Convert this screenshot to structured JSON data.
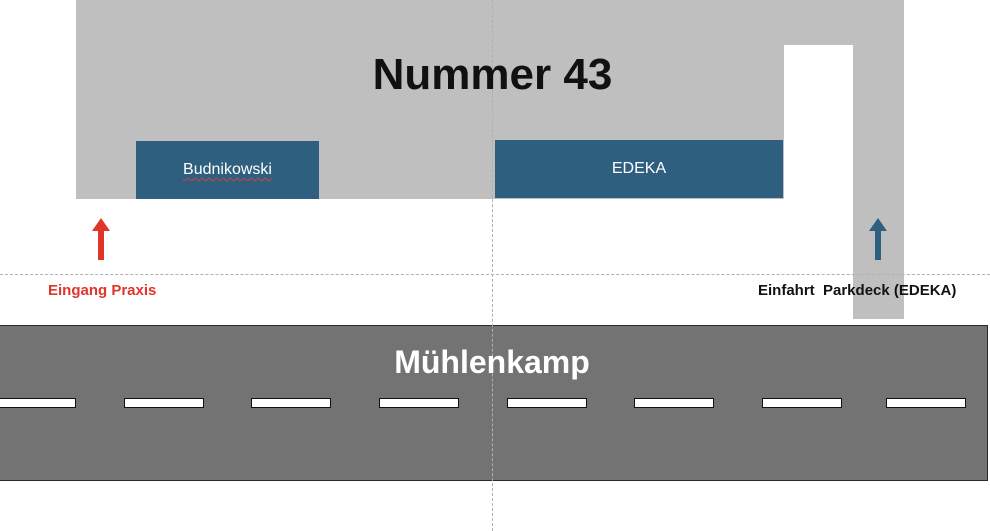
{
  "building": {
    "title": "Nummer 43"
  },
  "shops": {
    "budnikowski": "Budnikowski",
    "edeka": "EDEKA"
  },
  "labels": {
    "entrance": "Eingang Praxis",
    "parking": "Einfahrt  Parkdeck (EDEKA)"
  },
  "road": {
    "name": "Mühlenkamp"
  },
  "colors": {
    "building": "#bfbfbf",
    "shop": "#2e5f7e",
    "road": "#737373",
    "entrance_arrow": "#e0352b",
    "parking_arrow": "#2e5f7e"
  },
  "icons": {
    "entrance": "arrow-up-icon",
    "parking": "arrow-up-icon"
  }
}
